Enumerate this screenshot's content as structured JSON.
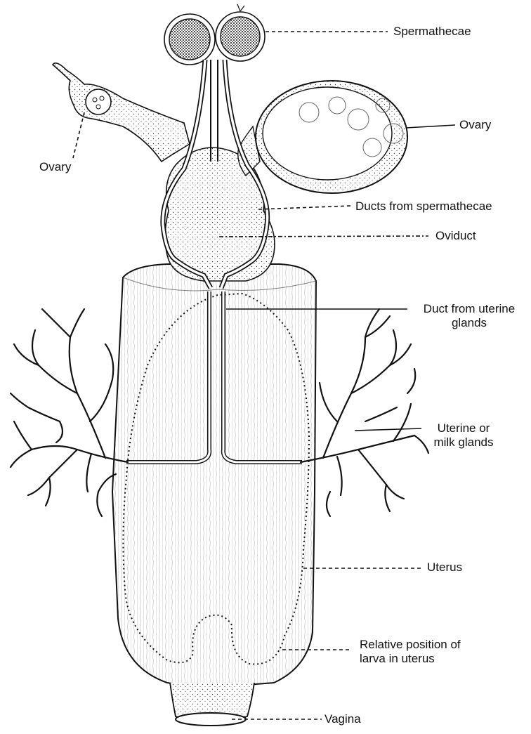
{
  "labels": {
    "spermathecae": "Spermathecae",
    "ovary_right": "Ovary",
    "ovary_left": "Ovary",
    "ducts_from_spermathecae": "Ducts from spermathecae",
    "oviduct": "Oviduct",
    "duct_from_uterine_glands_line1": "Duct from uterine",
    "duct_from_uterine_glands_line2": "glands",
    "uterine_glands_line1": "Uterine or",
    "uterine_glands_line2": "milk glands",
    "uterus": "Uterus",
    "larva_position_line1": "Relative position of",
    "larva_position_line2": "larva in uterus",
    "vagina": "Vagina"
  }
}
